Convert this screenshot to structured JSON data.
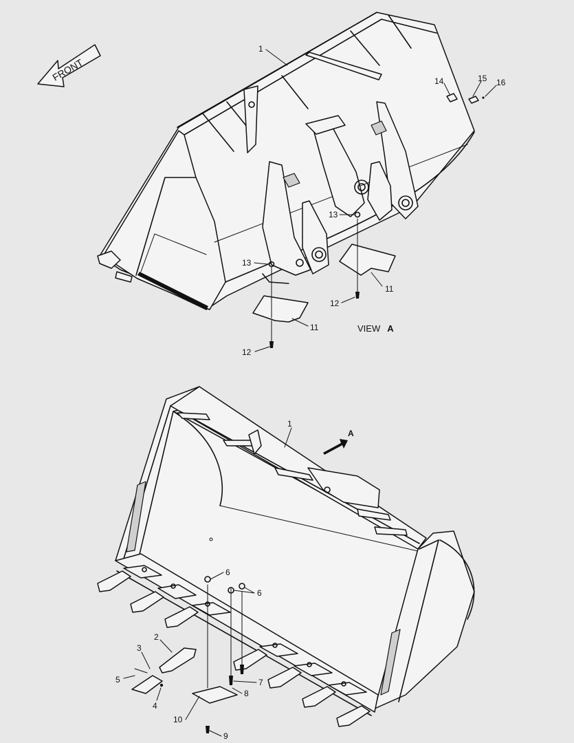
{
  "front_label": "FRONT",
  "view_caption": {
    "prefix": "VIEW",
    "letter": "A"
  },
  "view_arrow_letter": "A",
  "callouts": {
    "upper": [
      "1",
      "14",
      "15",
      "16",
      "13",
      "13",
      "11",
      "11",
      "12",
      "12"
    ],
    "lower": [
      "1",
      "2",
      "3",
      "4",
      "5",
      "6",
      "6",
      "7",
      "8",
      "9",
      "10"
    ]
  },
  "icons": {
    "front_arrow": "front-arrow-icon",
    "view_arrow": "view-direction-arrow-icon"
  }
}
